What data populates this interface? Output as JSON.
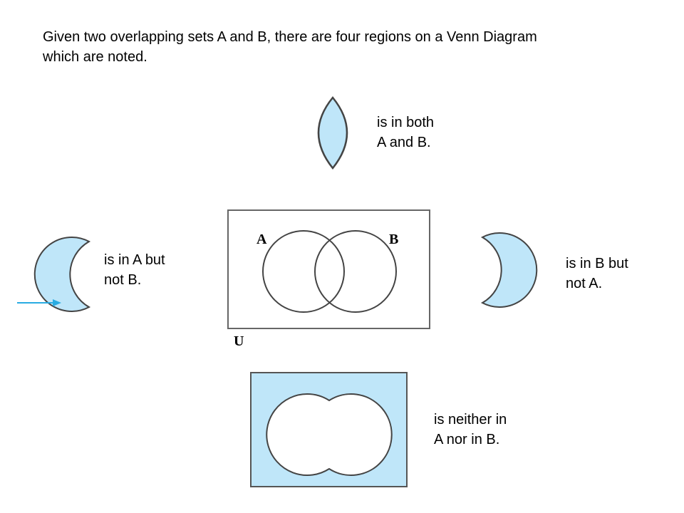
{
  "intro": {
    "line1": "Given two overlapping sets A and B, there are four regions on a Venn Diagram",
    "line2": "which are noted."
  },
  "regions": {
    "both": {
      "line1": "is in both",
      "line2": "A and B."
    },
    "a_only": {
      "line1": "is in A but",
      "line2": "not B."
    },
    "b_only": {
      "line1": "is in B but",
      "line2": "not A."
    },
    "neither": {
      "line1": "is neither in",
      "line2": "A nor in B."
    }
  },
  "diagram": {
    "set_a_label": "A",
    "set_b_label": "B",
    "universe_label": "U"
  },
  "colors": {
    "fill": "#bfe6f9",
    "stroke": "#444444",
    "arrow": "#29abe2"
  }
}
